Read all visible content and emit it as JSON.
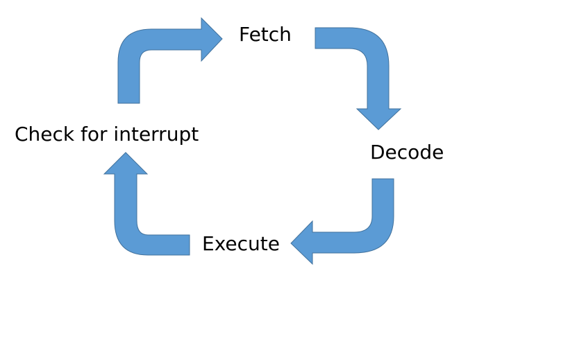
{
  "stages": {
    "fetch": "Fetch",
    "decode": "Decode",
    "execute": "Execute",
    "check_interrupt": "Check for interrupt"
  },
  "colors": {
    "arrow_fill": "#5b9bd5",
    "arrow_stroke": "#41719c",
    "text": "#000000",
    "background": "#ffffff"
  }
}
